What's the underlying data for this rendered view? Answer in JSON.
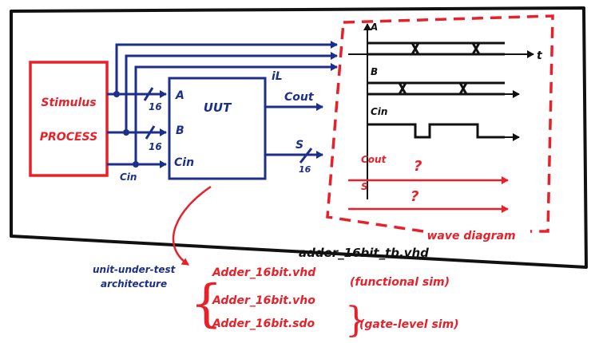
{
  "colors": {
    "red": "#e8202a",
    "blue": "#1c2f8a",
    "black": "#111111"
  },
  "stimulus": {
    "line1": "Stimulus",
    "line2": "PROCESS"
  },
  "uut": {
    "title": "UUT",
    "port_a": "A",
    "port_b": "B",
    "port_cin": "Cin",
    "corner": "iL"
  },
  "buses": {
    "a_width": "16",
    "b_width": "16",
    "s_width": "16",
    "cin_label": "Cin"
  },
  "outputs": {
    "cout": "Cout",
    "s": "S"
  },
  "waves": {
    "a": "A",
    "b": "B",
    "cin": "Cin",
    "cout": "Cout",
    "s": "S",
    "time": "t",
    "cout_unknown": "?",
    "s_unknown": "?",
    "box_label": "wave diagram"
  },
  "testbench_label": "adder_16bit_tb.vhd",
  "note": {
    "line1": "unit-under-test",
    "line2": "architecture"
  },
  "files": {
    "f1": "Adder_16bit.vhd",
    "f2": "Adder_16bit.vho",
    "f3": "Adder_16bit.sdo",
    "functional": "(functional sim)",
    "gate": "(gate-level sim)"
  }
}
